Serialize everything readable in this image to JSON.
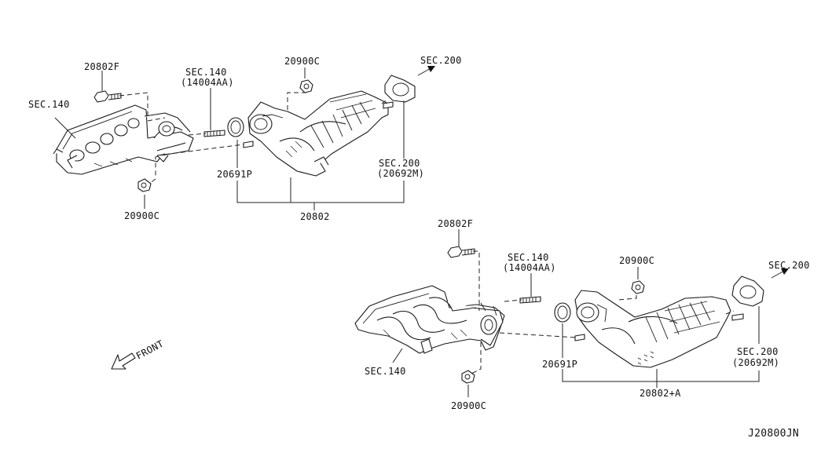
{
  "labels": {
    "top_bolt": "20802F",
    "top_sec140_left": "SEC.140",
    "top_sec140_mid": "SEC.140",
    "top_sec140_mid_code": "(14004AA)",
    "top_nut_upper": "20900C",
    "top_sec200_arrow": "SEC.200",
    "top_gasket": "20691P",
    "top_sec200_lower": "SEC.200",
    "top_sec200_lower_code": "(20692M)",
    "top_nut_lower": "20900C",
    "top_assembly": "20802",
    "bot_bolt": "20802F",
    "bot_sec140_mid": "SEC.140",
    "bot_sec140_mid_code": "(14004AA)",
    "bot_nut_upper": "20900C",
    "bot_sec200_arrow": "SEC.200",
    "bot_gasket": "20691P",
    "bot_sec200_lower": "SEC.200",
    "bot_sec200_lower_code": "(20692M)",
    "bot_sec140_left": "SEC.140",
    "bot_nut_lower": "20900C",
    "bot_assembly": "20802+A",
    "front": "FRONT",
    "diagram_code": "J20800JN"
  }
}
